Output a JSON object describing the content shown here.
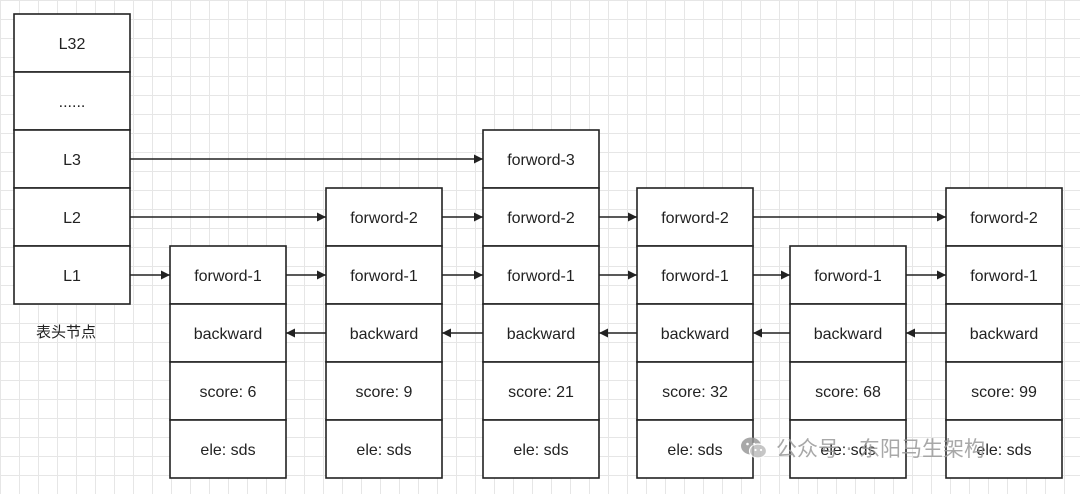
{
  "header_levels": [
    "L32",
    "......",
    "L3",
    "L2",
    "L1"
  ],
  "header_caption": "表头节点",
  "nodes": [
    {
      "forwards": [
        "forword-1"
      ],
      "backward": "backward",
      "score": "score: 6",
      "ele": "ele: sds"
    },
    {
      "forwards": [
        "forword-2",
        "forword-1"
      ],
      "backward": "backward",
      "score": "score: 9",
      "ele": "ele: sds"
    },
    {
      "forwards": [
        "forword-3",
        "forword-2",
        "forword-1"
      ],
      "backward": "backward",
      "score": "score: 21",
      "ele": "ele: sds"
    },
    {
      "forwards": [
        "forword-2",
        "forword-1"
      ],
      "backward": "backward",
      "score": "score: 32",
      "ele": "ele: sds"
    },
    {
      "forwards": [
        "forword-1"
      ],
      "backward": "backward",
      "score": "score: 68",
      "ele": "ele: sds"
    },
    {
      "forwards": [
        "forword-2",
        "forword-1"
      ],
      "backward": "backward",
      "score": "score: 99",
      "ele": "ele: sds"
    }
  ],
  "watermark": {
    "text": "公众号 · 东阳马生架构",
    "icon": "wechat-icon"
  },
  "colors": {
    "line": "#222222",
    "fill": "#ffffff",
    "grid": "#e6e6e6"
  }
}
